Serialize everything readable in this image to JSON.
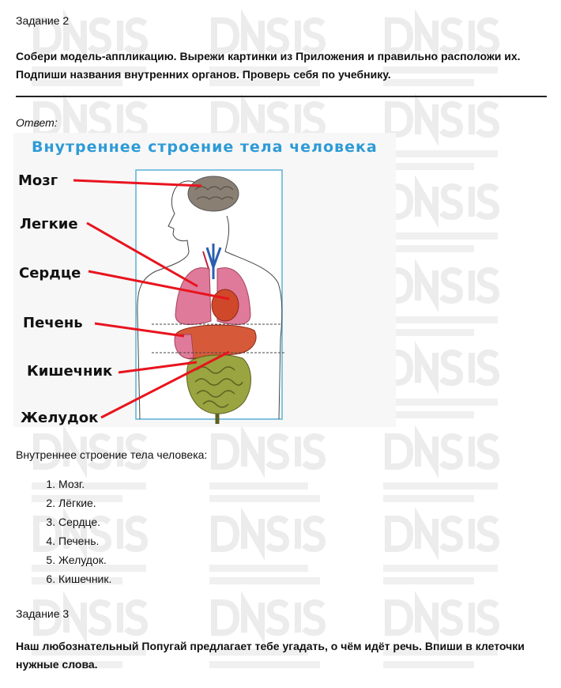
{
  "task2": {
    "heading": "Задание 2",
    "instruction_line1": "Собери модель-аппликацию. Вырежи картинки из Приложения и правильно расположи их.",
    "instruction_line2": "Подпиши названия внутренних органов. Проверь себя по учебнику.",
    "answer_label": "Ответ:"
  },
  "figure": {
    "title": "Внутреннее строение тела человека",
    "labels": [
      "Мозг",
      "Легкие",
      "Сердце",
      "Печень",
      "Кишечник",
      "Желудок"
    ],
    "title_color": "#2e9bd6",
    "line_color": "#e8141e"
  },
  "answer": {
    "intro": "Внутреннее строение тела человека:",
    "items": [
      "Мозг.",
      "Лёгкие.",
      "Сердце.",
      "Печень.",
      "Желудок.",
      "Кишечник."
    ]
  },
  "task3": {
    "heading": "Задание 3",
    "instruction_line1": "Наш любознательный Попугай предлагает тебе угадать, о чём идёт речь. Впиши в клеточки",
    "instruction_line2": "нужные слова."
  },
  "watermark": {
    "logo": "DNSIS",
    "sub_a": [
      "ГДЗ, РЕШЕБНИКИ, ОТВЕТЫ,",
      "ПОДРОБНЫЕ РЕШЕНИЯ"
    ],
    "sub_b": [
      "НЕЗАМЕНИМАЯ ПОМОЩЬ",
      "ШКОЛЬНИКАМ И РОДИТЕЛЯМ"
    ]
  }
}
